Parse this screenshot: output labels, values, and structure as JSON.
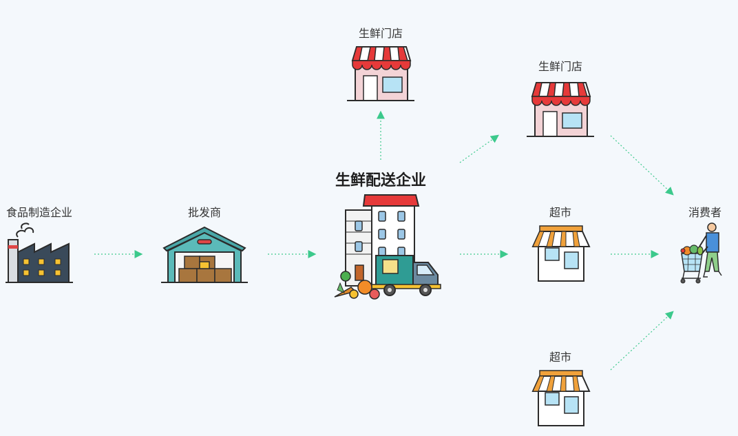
{
  "diagram": {
    "labels": {
      "food_factory": "食品制造企业",
      "wholesaler": "批发商",
      "distributor": "生鲜配送企业",
      "store_top": "生鲜门店",
      "store_right": "生鲜门店",
      "supermarket_mid": "超市",
      "supermarket_bottom": "超市",
      "consumer": "消费者"
    },
    "colors": {
      "arrow": "#3cc98c",
      "awning_red": "#e63a3a",
      "awning_orange": "#f0a13b",
      "warehouse_teal": "#4aa7a8",
      "truck_teal": "#2f9c94",
      "outline": "#2b2b2b"
    },
    "icons": {
      "food_factory": "factory-icon",
      "wholesaler": "warehouse-icon",
      "distributor": "building-truck-icon",
      "store_top": "shop-icon",
      "store_right": "shop-icon",
      "supermarket_mid": "supermarket-icon",
      "supermarket_bottom": "supermarket-icon",
      "consumer": "shopper-cart-icon"
    }
  }
}
